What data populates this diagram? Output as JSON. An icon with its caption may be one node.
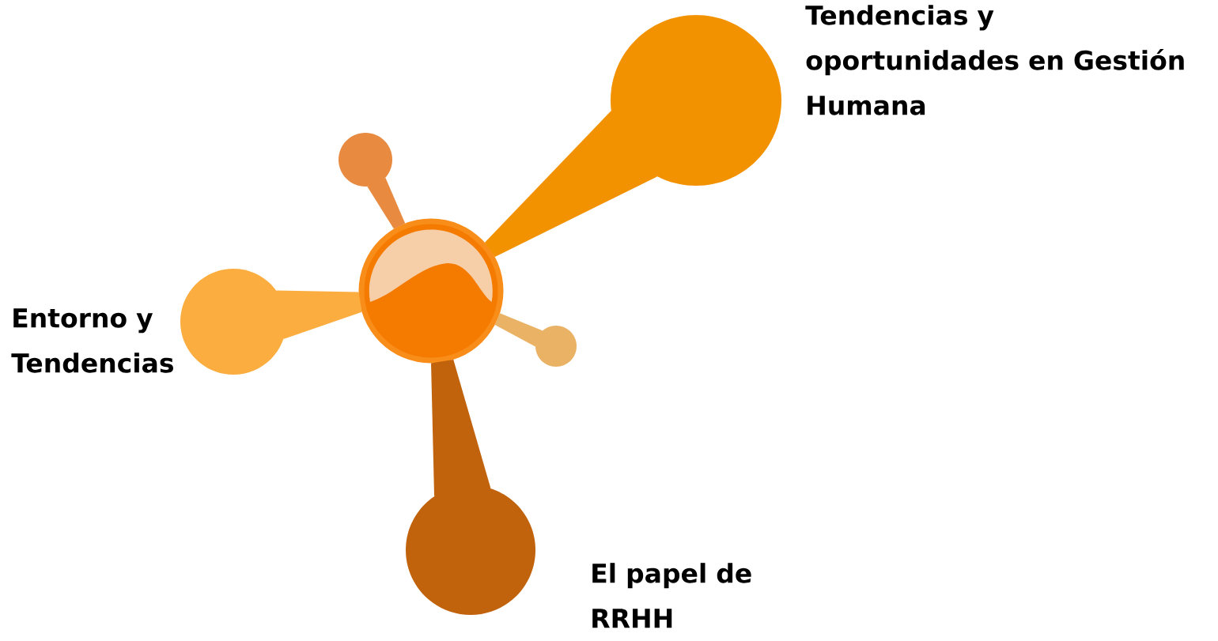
{
  "diagram": {
    "nodes": [
      {
        "text": [],
        "shape": "circle",
        "beside": [
          "Tendencias y oportunidades en Gestión Humana"
        ]
      },
      {
        "text": [],
        "shape": "circle"
      },
      {
        "text": [],
        "shape": "circle"
      },
      {
        "text": [],
        "shape": "circle",
        "beside": [
          "Entorno y Tendencias"
        ]
      },
      {
        "text": [],
        "shape": "circle"
      },
      {
        "text": [],
        "shape": "circle",
        "beside": [
          "El papel de RRHH"
        ]
      }
    ],
    "edges": [
      {
        "from": 2,
        "to": 0,
        "arrow": "none",
        "color": "#f39200"
      },
      {
        "from": 2,
        "to": 1,
        "arrow": "none",
        "color": "#e88a40"
      },
      {
        "from": 2,
        "to": 3,
        "arrow": "none",
        "color": "#fbad3f"
      },
      {
        "from": 2,
        "to": 4,
        "arrow": "none",
        "color": "#e9b264"
      },
      {
        "from": 2,
        "to": 5,
        "arrow": "none",
        "color": "#c1620d"
      }
    ]
  }
}
